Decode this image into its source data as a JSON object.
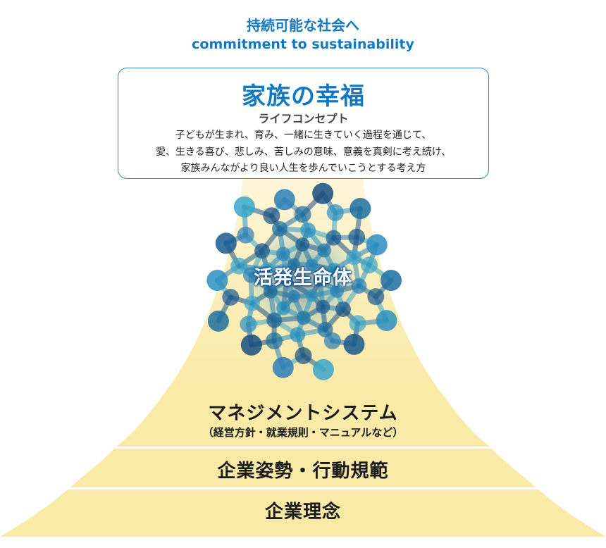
{
  "header": {
    "title_ja": "持続可能な社会へ",
    "title_en": "commitment to sustainability"
  },
  "concept": {
    "title": "家族の幸福",
    "subtitle": "ライフコンセプト",
    "lines": [
      "子どもが生まれ、育み、一緒に生きていく過程を通じて、",
      "愛、生きる喜び、悲しみ、苦しみの意味、意義を真剣に考え続け、",
      "家族みんながより良い人生を歩んでいこうとする考え方"
    ]
  },
  "organism": {
    "label": "活発生命体"
  },
  "layers": {
    "management_title": "マネジメントシステム",
    "management_sub": "（経営方針・就業規則・マニュアルなど）",
    "posture": "企業姿勢・行動規範",
    "philosophy": "企業理念"
  },
  "colors": {
    "accent_blue": "#1578c2",
    "mountain_fill": "#faeaa8",
    "mountain_light": "#fdf6d9",
    "organism_dark": "#1d6fa0",
    "organism_light": "#2aa0c8"
  }
}
